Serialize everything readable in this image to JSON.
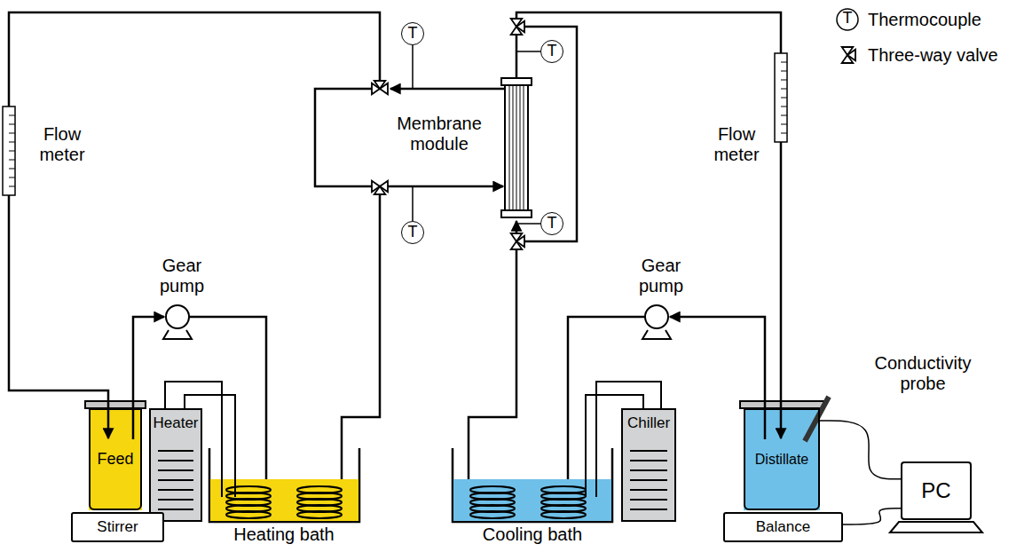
{
  "diagram": {
    "nodes": [
      {
        "text": [
          "T"
        ]
      },
      {
        "text": [
          "T"
        ]
      },
      {
        "text": [
          "T"
        ]
      },
      {
        "text": [
          "T"
        ]
      },
      {
        "text": [
          "Feed"
        ]
      },
      {
        "text": [
          "Heater"
        ]
      },
      {
        "text": [
          "Chiller"
        ]
      },
      {
        "text": [
          "Distillate"
        ]
      },
      {
        "text": [
          "PC"
        ]
      },
      {
        "text": [
          "Stirrer"
        ]
      },
      {
        "text": [
          "Balance"
        ]
      }
    ],
    "edges": [
      {
        "from": 7,
        "to": 8,
        "arrow": "none"
      },
      {
        "from": 10,
        "to": 8,
        "arrow": "none"
      }
    ],
    "labels": [
      "Flow meter",
      "Gear pump",
      "Membrane module",
      "Flow meter",
      "Gear pump",
      "Conductivity probe",
      "Heating bath",
      "Cooling bath",
      "T"
    ],
    "legend": [
      {
        "text": "Thermocouple"
      },
      {
        "text": "Three-way valve"
      }
    ]
  }
}
